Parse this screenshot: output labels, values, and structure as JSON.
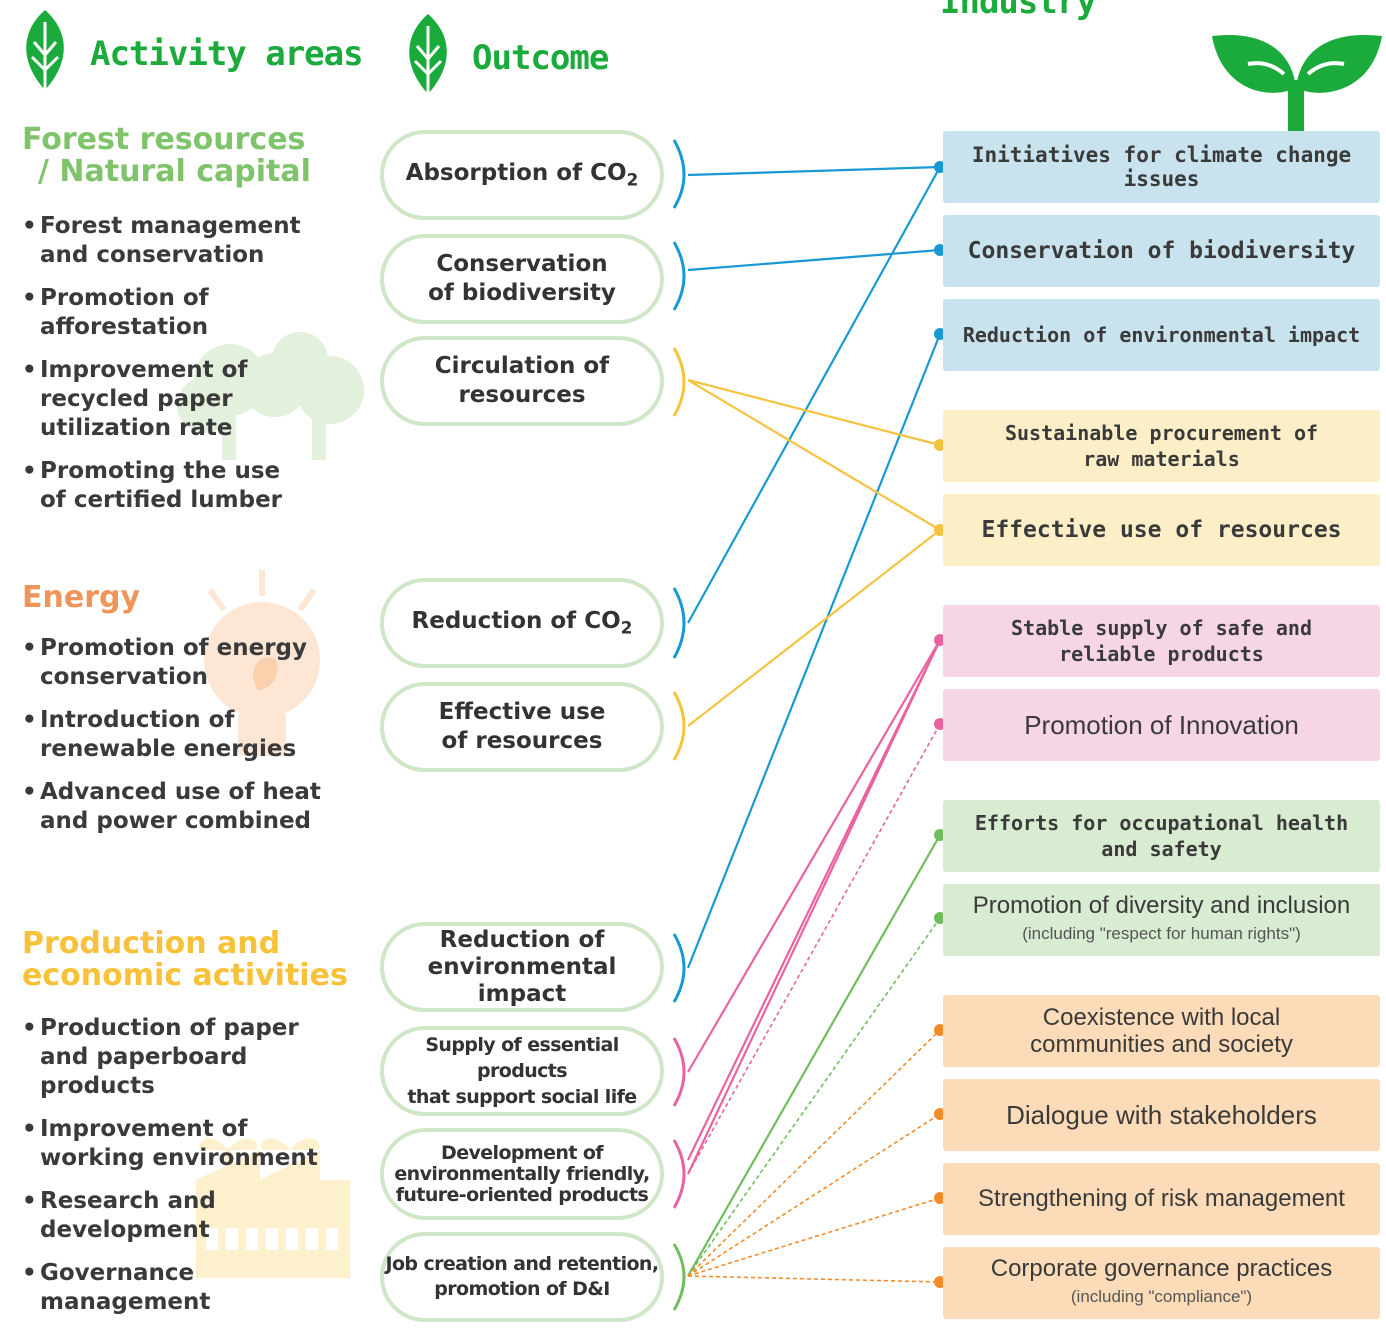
{
  "header": {
    "activity_title": "Activity areas",
    "outcome_title": "Outcome",
    "industry_title": "Industry"
  },
  "sections": [
    {
      "title_line1": "Forest resources",
      "title_line2": "/  Natural capital",
      "color": "#7fc46a",
      "items": [
        "Forest management and conservation",
        "Promotion of afforestation",
        "Improvement of recycled paper utilization rate",
        "Promoting the use of certified lumber"
      ]
    },
    {
      "title_line1": "Energy",
      "color": "#f0955a",
      "items": [
        "Promotion of energy conservation",
        "Introduction of renewable energies",
        "Advanced use of heat and power combined"
      ]
    },
    {
      "title_line1": "Production and",
      "title_line2": "economic activities",
      "color": "#f7c23a",
      "items": [
        "Production of paper and paperboard products",
        "Improvement of working environment",
        "Research and development",
        "Governance management"
      ]
    }
  ],
  "outcomes": [
    {
      "l1": "Absorption of CO",
      "sub": "2"
    },
    {
      "l1": "Conservation",
      "l2": "of biodiversity"
    },
    {
      "l1": "Circulation of",
      "l2": "resources"
    },
    {
      "l1": "Reduction of CO",
      "sub": "2"
    },
    {
      "l1": "Effective use",
      "l2": "of resources"
    },
    {
      "l1": "Reduction of",
      "l2": "environmental impact"
    },
    {
      "l1": "Supply of essential products",
      "l2": "that support social life"
    },
    {
      "l1": "Development of",
      "l2": "environmentally friendly,",
      "l3": "future-oriented products"
    },
    {
      "l1": "Job creation and retention,",
      "l2": "promotion of D&I"
    }
  ],
  "themes": [
    {
      "l1": "Initiatives for climate change issues",
      "color": "#c9e3ee",
      "dot": "#1899d4"
    },
    {
      "l1": "Conservation of biodiversity",
      "color": "#c9e3ee",
      "dot": "#1899d4"
    },
    {
      "l1": "Reduction of environmental impact",
      "color": "#c9e3ee",
      "dot": "#1899d4"
    },
    {
      "l1": "Sustainable procurement of",
      "l2": "raw materials",
      "color": "#fcefc7",
      "dot": "#f6c33f"
    },
    {
      "l1": "Effective use of resources",
      "color": "#fcefc7",
      "dot": "#f6c33f"
    },
    {
      "l1": "Stable supply of safe and",
      "l2": "reliable products",
      "color": "#f5d5e6",
      "dot": "#e8639f"
    },
    {
      "l1": "Promotion of Innovation",
      "color": "#f5d5e6",
      "dot": "#e8639f"
    },
    {
      "l1": "Efforts for occupational health",
      "l2": "and safety",
      "color": "#d8ecd1",
      "dot": "#6fbd5c"
    },
    {
      "l1": "Promotion of diversity and inclusion",
      "l2": "(including \"respect for human rights\")",
      "color": "#d8ecd1",
      "dot": "#6fbd5c"
    },
    {
      "l1": "Coexistence with local",
      "l2": "communities and society",
      "color": "#fcdcb8",
      "dot": "#f18c28"
    },
    {
      "l1": "Dialogue with stakeholders",
      "color": "#fcdcb8",
      "dot": "#f18c28"
    },
    {
      "l1": "Strengthening of risk management",
      "color": "#fcdcb8",
      "dot": "#f18c28"
    },
    {
      "l1": "Corporate governance practices",
      "l2": "(including \"compliance\")",
      "color": "#fcdcb8",
      "dot": "#f18c28"
    }
  ]
}
